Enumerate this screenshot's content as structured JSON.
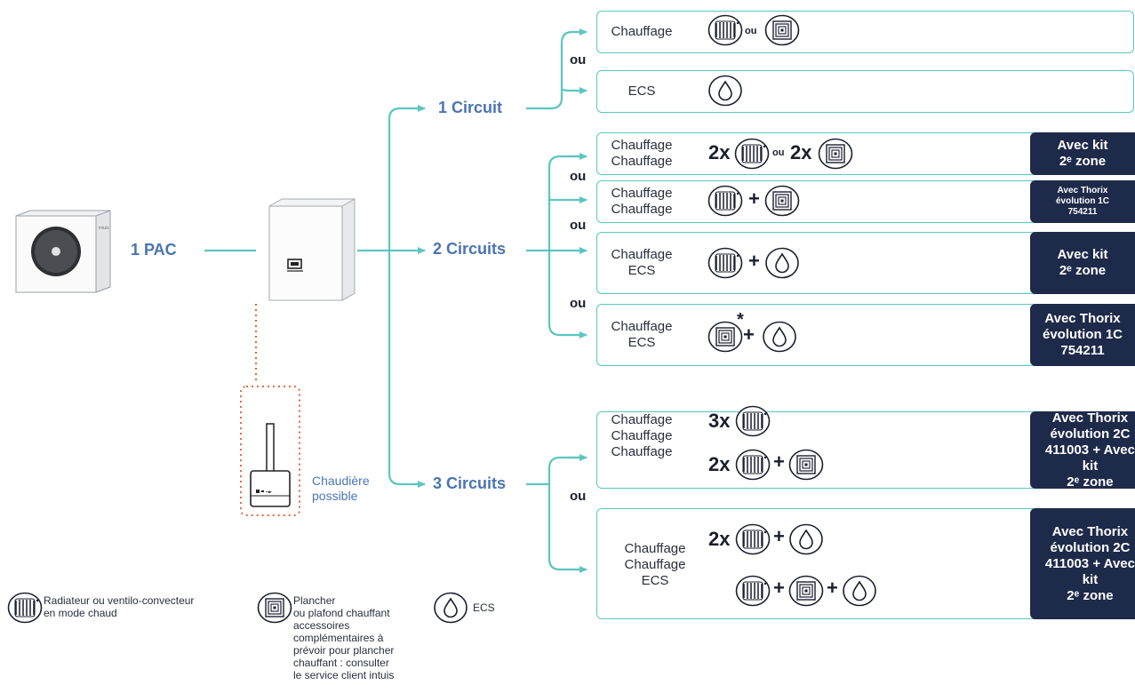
{
  "colors": {
    "teal": "#5cc6bf",
    "blue": "#4a74b4",
    "navy": "#1e2a4a",
    "orange": "#e46a3c"
  },
  "labels": {
    "pac": "1 PAC",
    "circuit1": "1 Circuit",
    "circuit2": "2 Circuits",
    "circuit3": "3 Circuits",
    "ou": "ou",
    "boiler": "Chaudière\npossible"
  },
  "boxes": {
    "b1": "Chauffage",
    "b2": "ECS",
    "b3": "Chauffage\nChauffage",
    "b4": "Chauffage\nChauffage",
    "b5": "Chauffage\nECS",
    "b6": "Chauffage\nECS",
    "b7": "Chauffage\nChauffage\nChauffage",
    "b8": "Chauffage\nChauffage\nECS"
  },
  "symbols": {
    "ou_small": "ou",
    "mult2": "2x",
    "mult3": "3x",
    "plus": "+",
    "star": "*"
  },
  "kits": {
    "k1": "Avec kit\n2ᵉ zone",
    "k2": "Avec Thorix\névolution 1C\n754211",
    "k3": "Avec kit\n2ᵉ zone",
    "k4": "Avec Thorix\névolution 1C\n754211",
    "k5": "Avec Thorix\névolution 2C\n411003 + Avec\nkit\n2ᵉ zone",
    "k6": "Avec Thorix\névolution 2C\n411003 + Avec\nkit\n2ᵉ zone"
  },
  "legend": {
    "radiator": "Radiateur ou ventilo-convecteur\nen mode chaud",
    "floor": "Plancher\nou plafond chauffant\naccessoires\ncomplémentaires à\nprévoir pour plancher\nchauffant : consulter\nle service client intuis",
    "ecs": "ECS"
  },
  "icons": [
    "radiator-icon",
    "floor-heating-icon",
    "water-drop-icon",
    "heat-pump-icon",
    "hydraulic-module-icon",
    "boiler-icon"
  ]
}
